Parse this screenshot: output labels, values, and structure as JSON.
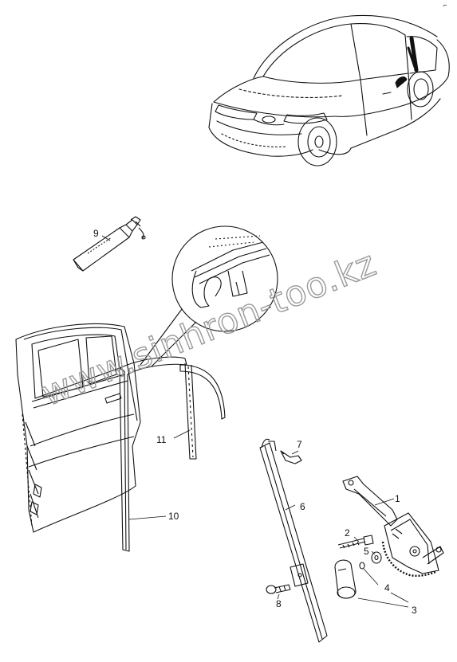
{
  "corner_mark": "⌐",
  "watermark": "www.sinhron-too.kz",
  "callouts": {
    "c1": "1",
    "c2": "2",
    "c3": "3",
    "c4": "4",
    "c5": "5",
    "c6": "6",
    "c7": "7",
    "c8": "8",
    "c9": "9",
    "c10": "10",
    "c11": "11"
  },
  "colors": {
    "line": "#111111",
    "watermark": "#9a9a9a",
    "background": "#ffffff"
  }
}
